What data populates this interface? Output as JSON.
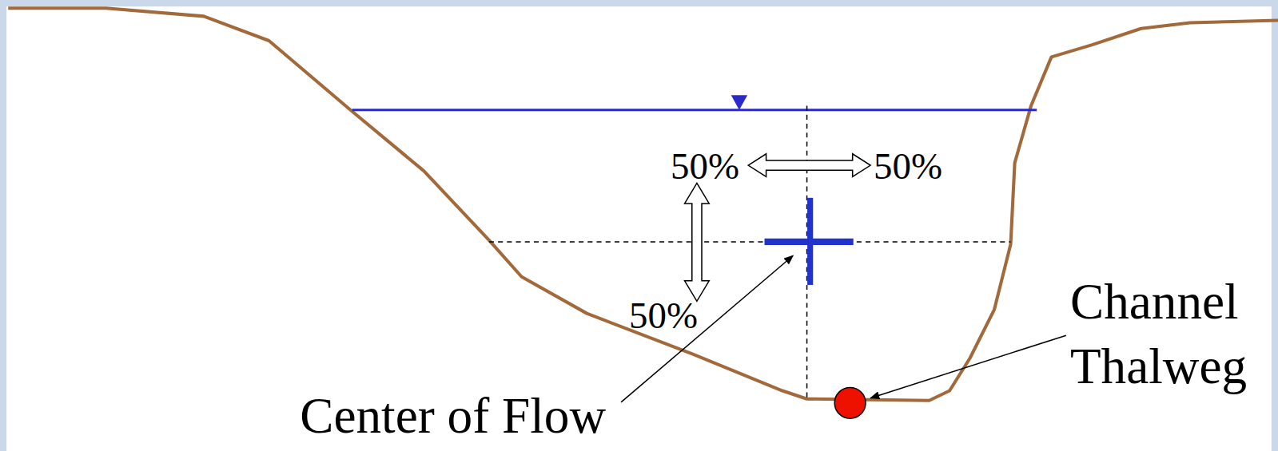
{
  "diagram": {
    "labels": [
      "50%",
      "50%",
      "Channel Thalweg",
      "50%",
      "Center of Flow"
    ]
  }
}
